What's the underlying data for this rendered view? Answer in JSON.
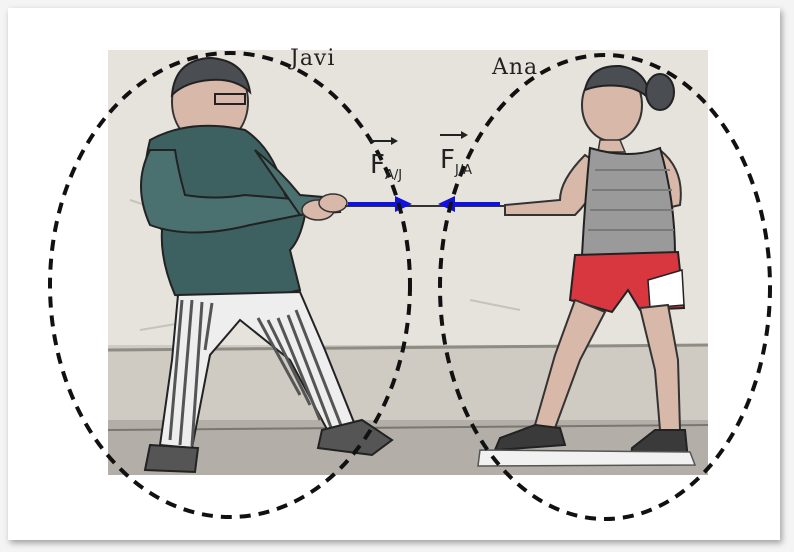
{
  "labels": {
    "left_person": "Javi",
    "right_person": "Ana"
  },
  "forces": {
    "left": {
      "symbol": "F",
      "subscript": "A/J"
    },
    "right": {
      "symbol": "F",
      "subscript": "J/A"
    }
  },
  "colors": {
    "force_arrow": "#1010e0",
    "system_boundary": "#111111",
    "wall": "#e6e3dc",
    "ground": "#9a9690",
    "jacket": "#3d6060",
    "pants_stripe": "#555555",
    "shorts": "#d8373f",
    "tank_top": "#9a9a9a"
  },
  "icons": {
    "boundary": "dashed-ellipse",
    "force": "arrow"
  }
}
